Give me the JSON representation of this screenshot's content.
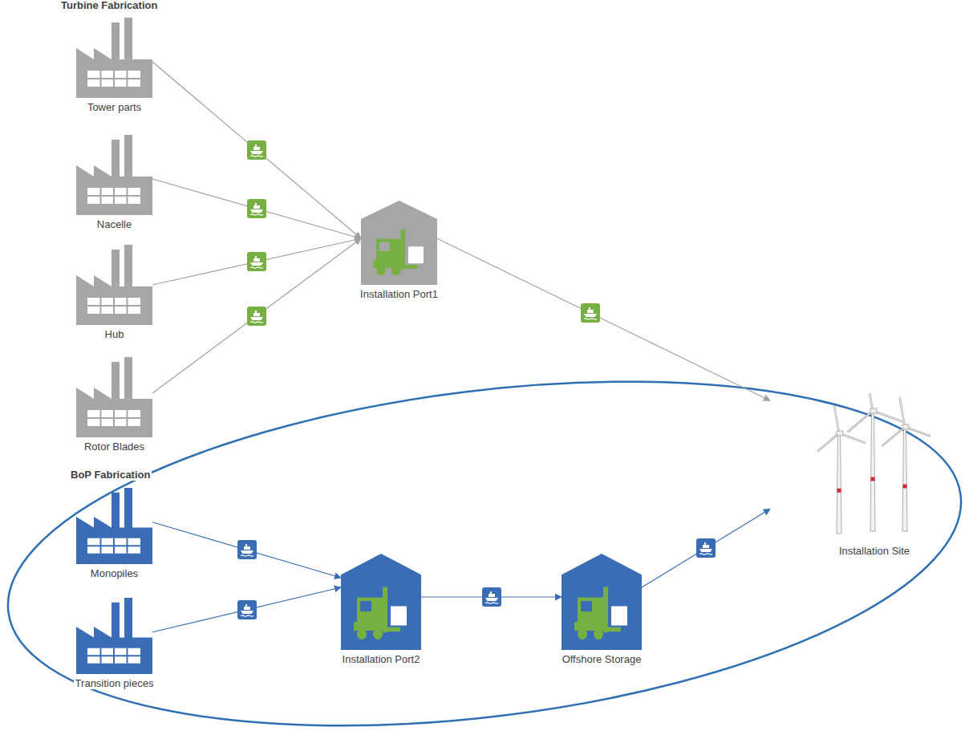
{
  "diagram": {
    "nodes": [
      {
        "text": [
          "Tower parts"
        ]
      },
      {
        "text": [
          "Nacelle"
        ]
      },
      {
        "text": [
          "Hub"
        ]
      },
      {
        "text": [
          "Rotor Blades"
        ]
      },
      {
        "text": [
          "Monopiles"
        ]
      },
      {
        "text": [
          "Transition pieces"
        ]
      },
      {
        "text": [
          "Installation Port1"
        ]
      },
      {
        "text": [
          "Installation Port2"
        ]
      },
      {
        "text": [
          "Offshore Storage"
        ]
      },
      {
        "text": [
          "Installation Site"
        ]
      }
    ],
    "edges": [
      {
        "from": 0,
        "to": 6,
        "arrow": "to"
      },
      {
        "from": 1,
        "to": 6,
        "arrow": "to"
      },
      {
        "from": 2,
        "to": 6,
        "arrow": "to"
      },
      {
        "from": 3,
        "to": 6,
        "arrow": "to"
      },
      {
        "from": 6,
        "to": 9,
        "arrow": "to"
      },
      {
        "from": 4,
        "to": 7,
        "arrow": "to"
      },
      {
        "from": 5,
        "to": 7,
        "arrow": "to"
      },
      {
        "from": 7,
        "to": 8,
        "arrow": "to"
      },
      {
        "from": 8,
        "to": 9,
        "arrow": "to"
      }
    ],
    "labels": [
      "Turbine Fabrication",
      "BoP Fabrication"
    ]
  }
}
